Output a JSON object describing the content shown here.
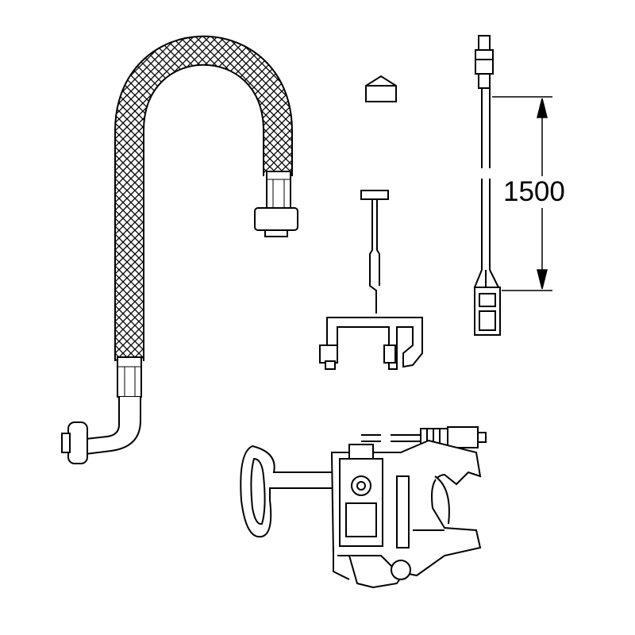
{
  "drawing": {
    "parts": [
      "braided-hose",
      "cap",
      "probe-bracket",
      "cable-with-connectors",
      "valve-assembly-with-key"
    ],
    "dimension": {
      "value": "1500"
    },
    "line_color": "#000000",
    "background": "#ffffff"
  }
}
